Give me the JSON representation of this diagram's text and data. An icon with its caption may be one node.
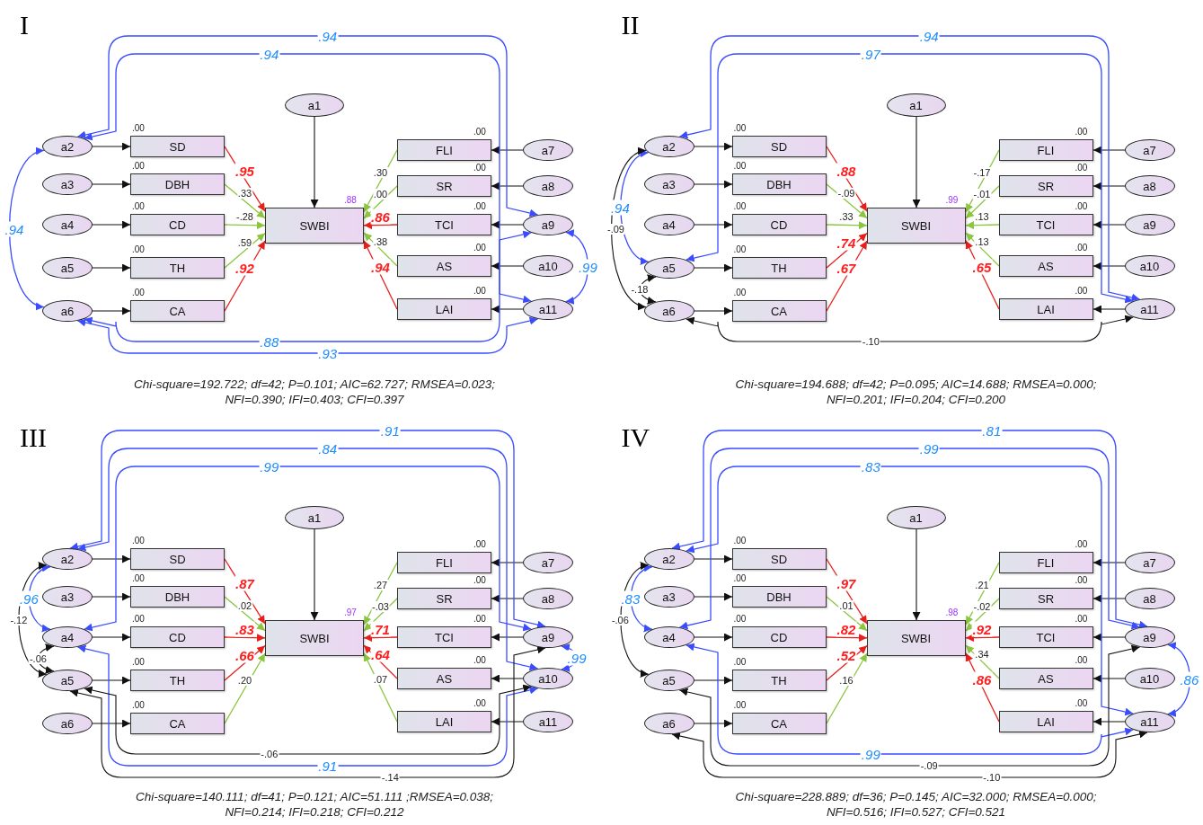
{
  "diagram": {
    "nodes": [
      {
        "text": [
          "a1"
        ]
      },
      {
        "text": [
          "a2"
        ]
      },
      {
        "text": [
          "a3"
        ]
      },
      {
        "text": [
          "a4"
        ]
      },
      {
        "text": [
          "a5"
        ]
      },
      {
        "text": [
          "a6"
        ]
      },
      {
        "text": [
          "a7"
        ]
      },
      {
        "text": [
          "a8"
        ]
      },
      {
        "text": [
          "a9"
        ]
      },
      {
        "text": [
          "a10"
        ]
      },
      {
        "text": [
          "a11"
        ]
      },
      {
        "text": [
          "SD"
        ],
        "beside": [
          ".00"
        ]
      },
      {
        "text": [
          "DBH"
        ],
        "beside": [
          ".00"
        ]
      },
      {
        "text": [
          "CD"
        ],
        "beside": [
          ".00"
        ]
      },
      {
        "text": [
          "TH"
        ],
        "beside": [
          ".00"
        ]
      },
      {
        "text": [
          "CA"
        ],
        "beside": [
          ".00"
        ]
      },
      {
        "text": [
          "FLI"
        ],
        "beside": [
          ".00"
        ]
      },
      {
        "text": [
          "SR"
        ],
        "beside": [
          ".00"
        ]
      },
      {
        "text": [
          "TCI"
        ],
        "beside": [
          ".00"
        ]
      },
      {
        "text": [
          "AS"
        ],
        "beside": [
          ".00"
        ]
      },
      {
        "text": [
          "LAI"
        ],
        "beside": [
          ".00"
        ]
      },
      {
        "text": [
          "SWBI"
        ],
        "beside": [
          ".88"
        ]
      },
      {
        "text": [
          "a1"
        ]
      },
      {
        "text": [
          "a2"
        ]
      },
      {
        "text": [
          "a3"
        ]
      },
      {
        "text": [
          "a4"
        ]
      },
      {
        "text": [
          "a5"
        ]
      },
      {
        "text": [
          "a6"
        ]
      },
      {
        "text": [
          "a7"
        ]
      },
      {
        "text": [
          "a8"
        ]
      },
      {
        "text": [
          "a9"
        ]
      },
      {
        "text": [
          "a10"
        ]
      },
      {
        "text": [
          "a11"
        ]
      },
      {
        "text": [
          "SD"
        ],
        "beside": [
          ".00"
        ]
      },
      {
        "text": [
          "DBH"
        ],
        "beside": [
          ".00"
        ]
      },
      {
        "text": [
          "CD"
        ],
        "beside": [
          ".00"
        ]
      },
      {
        "text": [
          "TH"
        ],
        "beside": [
          ".00"
        ]
      },
      {
        "text": [
          "CA"
        ],
        "beside": [
          ".00"
        ]
      },
      {
        "text": [
          "FLI"
        ],
        "beside": [
          ".00"
        ]
      },
      {
        "text": [
          "SR"
        ],
        "beside": [
          ".00"
        ]
      },
      {
        "text": [
          "TCI"
        ],
        "beside": [
          ".00"
        ]
      },
      {
        "text": [
          "AS"
        ],
        "beside": [
          ".00"
        ]
      },
      {
        "text": [
          "LAI"
        ],
        "beside": [
          ".00"
        ]
      },
      {
        "text": [
          "SWBI"
        ],
        "beside": [
          ".99"
        ]
      },
      {
        "text": [
          "a1"
        ]
      },
      {
        "text": [
          "a2"
        ]
      },
      {
        "text": [
          "a3"
        ]
      },
      {
        "text": [
          "a4"
        ]
      },
      {
        "text": [
          "a5"
        ]
      },
      {
        "text": [
          "a6"
        ]
      },
      {
        "text": [
          "a7"
        ]
      },
      {
        "text": [
          "a8"
        ]
      },
      {
        "text": [
          "a9"
        ]
      },
      {
        "text": [
          "a10"
        ]
      },
      {
        "text": [
          "a11"
        ]
      },
      {
        "text": [
          "SD"
        ],
        "beside": [
          ".00"
        ]
      },
      {
        "text": [
          "DBH"
        ],
        "beside": [
          ".00"
        ]
      },
      {
        "text": [
          "CD"
        ],
        "beside": [
          ".00"
        ]
      },
      {
        "text": [
          "TH"
        ],
        "beside": [
          ".00"
        ]
      },
      {
        "text": [
          "CA"
        ],
        "beside": [
          ".00"
        ]
      },
      {
        "text": [
          "FLI"
        ],
        "beside": [
          ".00"
        ]
      },
      {
        "text": [
          "SR"
        ],
        "beside": [
          ".00"
        ]
      },
      {
        "text": [
          "TCI"
        ],
        "beside": [
          ".00"
        ]
      },
      {
        "text": [
          "AS"
        ],
        "beside": [
          ".00"
        ]
      },
      {
        "text": [
          "LAI"
        ],
        "beside": [
          ".00"
        ]
      },
      {
        "text": [
          "SWBI"
        ],
        "beside": [
          ".97"
        ]
      },
      {
        "text": [
          "a1"
        ]
      },
      {
        "text": [
          "a2"
        ]
      },
      {
        "text": [
          "a3"
        ]
      },
      {
        "text": [
          "a4"
        ]
      },
      {
        "text": [
          "a5"
        ]
      },
      {
        "text": [
          "a6"
        ]
      },
      {
        "text": [
          "a7"
        ]
      },
      {
        "text": [
          "a8"
        ]
      },
      {
        "text": [
          "a9"
        ]
      },
      {
        "text": [
          "a10"
        ]
      },
      {
        "text": [
          "a11"
        ]
      },
      {
        "text": [
          "SD"
        ],
        "beside": [
          ".00"
        ]
      },
      {
        "text": [
          "DBH"
        ],
        "beside": [
          ".00"
        ]
      },
      {
        "text": [
          "CD"
        ],
        "beside": [
          ".00"
        ]
      },
      {
        "text": [
          "TH"
        ],
        "beside": [
          ".00"
        ]
      },
      {
        "text": [
          "CA"
        ],
        "beside": [
          ".00"
        ]
      },
      {
        "text": [
          "FLI"
        ],
        "beside": [
          ".00"
        ]
      },
      {
        "text": [
          "SR"
        ],
        "beside": [
          ".00"
        ]
      },
      {
        "text": [
          "TCI"
        ],
        "beside": [
          ".00"
        ]
      },
      {
        "text": [
          "AS"
        ],
        "beside": [
          ".00"
        ]
      },
      {
        "text": [
          "LAI"
        ],
        "beside": [
          ".00"
        ]
      },
      {
        "text": [
          "SWBI"
        ],
        "beside": [
          ".98"
        ]
      }
    ],
    "edges": [
      {
        "from": 0,
        "to": 21,
        "arrow": "to"
      },
      {
        "from": 1,
        "to": 11,
        "arrow": "to"
      },
      {
        "from": 2,
        "to": 12,
        "arrow": "to"
      },
      {
        "from": 3,
        "to": 13,
        "arrow": "to"
      },
      {
        "from": 4,
        "to": 14,
        "arrow": "to"
      },
      {
        "from": 5,
        "to": 15,
        "arrow": "to"
      },
      {
        "from": 6,
        "to": 16,
        "arrow": "to"
      },
      {
        "from": 7,
        "to": 17,
        "arrow": "to"
      },
      {
        "from": 8,
        "to": 18,
        "arrow": "to"
      },
      {
        "from": 9,
        "to": 19,
        "arrow": "to"
      },
      {
        "from": 10,
        "to": 20,
        "arrow": "to"
      },
      {
        "from": 11,
        "to": 21,
        "arrow": "to",
        "label": ".95",
        "color": "#e8201c"
      },
      {
        "from": 12,
        "to": 21,
        "arrow": "to",
        "label": ".33",
        "color": "#8cc63f"
      },
      {
        "from": 13,
        "to": 21,
        "arrow": "to",
        "label": "-.28",
        "color": "#8cc63f"
      },
      {
        "from": 14,
        "to": 21,
        "arrow": "to",
        "label": ".59",
        "color": "#8cc63f"
      },
      {
        "from": 15,
        "to": 21,
        "arrow": "to",
        "label": ".92",
        "color": "#e8201c"
      },
      {
        "from": 16,
        "to": 21,
        "arrow": "to",
        "label": ".30",
        "color": "#8cc63f"
      },
      {
        "from": 17,
        "to": 21,
        "arrow": "to",
        "label": ".00",
        "color": "#8cc63f"
      },
      {
        "from": 18,
        "to": 21,
        "arrow": "to",
        "label": ".86",
        "color": "#e8201c"
      },
      {
        "from": 19,
        "to": 21,
        "arrow": "to",
        "label": ".38",
        "color": "#8cc63f"
      },
      {
        "from": 20,
        "to": 21,
        "arrow": "to",
        "label": ".94",
        "color": "#e8201c"
      },
      {
        "from": 1,
        "to": 8,
        "arrow": "both",
        "label": ".94",
        "color": "#3a4cff"
      },
      {
        "from": 1,
        "to": 10,
        "arrow": "both",
        "label": ".94",
        "color": "#3a4cff"
      },
      {
        "from": 1,
        "to": 5,
        "arrow": "both",
        "label": ".94",
        "color": "#3a4cff"
      },
      {
        "from": 8,
        "to": 10,
        "arrow": "both",
        "label": ".99",
        "color": "#3a4cff"
      },
      {
        "from": 5,
        "to": 8,
        "arrow": "both",
        "label": ".88",
        "color": "#3a4cff"
      },
      {
        "from": 5,
        "to": 10,
        "arrow": "both",
        "label": ".93",
        "color": "#3a4cff"
      },
      {
        "from": 22,
        "to": 43,
        "arrow": "to"
      },
      {
        "from": 23,
        "to": 33,
        "arrow": "to"
      },
      {
        "from": 24,
        "to": 34,
        "arrow": "to"
      },
      {
        "from": 25,
        "to": 35,
        "arrow": "to"
      },
      {
        "from": 26,
        "to": 36,
        "arrow": "to"
      },
      {
        "from": 27,
        "to": 37,
        "arrow": "to"
      },
      {
        "from": 28,
        "to": 38,
        "arrow": "to"
      },
      {
        "from": 29,
        "to": 39,
        "arrow": "to"
      },
      {
        "from": 30,
        "to": 40,
        "arrow": "to"
      },
      {
        "from": 31,
        "to": 41,
        "arrow": "to"
      },
      {
        "from": 32,
        "to": 42,
        "arrow": "to"
      },
      {
        "from": 33,
        "to": 43,
        "arrow": "to",
        "label": ".88",
        "color": "#e8201c"
      },
      {
        "from": 34,
        "to": 43,
        "arrow": "to",
        "label": "-.09",
        "color": "#8cc63f"
      },
      {
        "from": 35,
        "to": 43,
        "arrow": "to",
        "label": ".33",
        "color": "#8cc63f"
      },
      {
        "from": 36,
        "to": 43,
        "arrow": "to",
        "label": ".74",
        "color": "#e8201c"
      },
      {
        "from": 37,
        "to": 43,
        "arrow": "to",
        "label": ".67",
        "color": "#e8201c"
      },
      {
        "from": 38,
        "to": 43,
        "arrow": "to",
        "label": "-.17",
        "color": "#8cc63f"
      },
      {
        "from": 39,
        "to": 43,
        "arrow": "to",
        "label": "-.01",
        "color": "#8cc63f"
      },
      {
        "from": 40,
        "to": 43,
        "arrow": "to",
        "label": ".13",
        "color": "#8cc63f"
      },
      {
        "from": 41,
        "to": 43,
        "arrow": "to",
        "label": ".13",
        "color": "#8cc63f"
      },
      {
        "from": 42,
        "to": 43,
        "arrow": "to",
        "label": ".65",
        "color": "#e8201c"
      },
      {
        "from": 23,
        "to": 32,
        "arrow": "both",
        "label": ".94",
        "color": "#3a4cff"
      },
      {
        "from": 26,
        "to": 32,
        "arrow": "both",
        "label": ".97",
        "color": "#3a4cff"
      },
      {
        "from": 23,
        "to": 26,
        "arrow": "both",
        "label": ".94",
        "color": "#3a4cff"
      },
      {
        "from": 23,
        "to": 27,
        "arrow": "both",
        "label": "-.09"
      },
      {
        "from": 26,
        "to": 27,
        "arrow": "both",
        "label": "-.18"
      },
      {
        "from": 27,
        "to": 32,
        "arrow": "both",
        "label": "-.10"
      },
      {
        "from": 44,
        "to": 65,
        "arrow": "to"
      },
      {
        "from": 45,
        "to": 55,
        "arrow": "to"
      },
      {
        "from": 46,
        "to": 56,
        "arrow": "to"
      },
      {
        "from": 47,
        "to": 57,
        "arrow": "to"
      },
      {
        "from": 48,
        "to": 58,
        "arrow": "to"
      },
      {
        "from": 49,
        "to": 59,
        "arrow": "to"
      },
      {
        "from": 50,
        "to": 60,
        "arrow": "to"
      },
      {
        "from": 51,
        "to": 61,
        "arrow": "to"
      },
      {
        "from": 52,
        "to": 62,
        "arrow": "to"
      },
      {
        "from": 53,
        "to": 63,
        "arrow": "to"
      },
      {
        "from": 54,
        "to": 64,
        "arrow": "to"
      },
      {
        "from": 55,
        "to": 65,
        "arrow": "to",
        "label": ".87",
        "color": "#e8201c"
      },
      {
        "from": 56,
        "to": 65,
        "arrow": "to",
        "label": ".02",
        "color": "#8cc63f"
      },
      {
        "from": 57,
        "to": 65,
        "arrow": "to",
        "label": ".83",
        "color": "#e8201c"
      },
      {
        "from": 58,
        "to": 65,
        "arrow": "to",
        "label": ".66",
        "color": "#e8201c"
      },
      {
        "from": 59,
        "to": 65,
        "arrow": "to",
        "label": ".20",
        "color": "#8cc63f"
      },
      {
        "from": 60,
        "to": 65,
        "arrow": "to",
        "label": ".27",
        "color": "#8cc63f"
      },
      {
        "from": 61,
        "to": 65,
        "arrow": "to",
        "label": "-.03",
        "color": "#8cc63f"
      },
      {
        "from": 62,
        "to": 65,
        "arrow": "to",
        "label": ".71",
        "color": "#e8201c"
      },
      {
        "from": 63,
        "to": 65,
        "arrow": "to",
        "label": ".64",
        "color": "#e8201c"
      },
      {
        "from": 64,
        "to": 65,
        "arrow": "to",
        "label": ".07",
        "color": "#8cc63f"
      },
      {
        "from": 45,
        "to": 52,
        "arrow": "both",
        "label": ".91",
        "color": "#3a4cff"
      },
      {
        "from": 45,
        "to": 53,
        "arrow": "both",
        "label": ".84",
        "color": "#3a4cff"
      },
      {
        "from": 47,
        "to": 52,
        "arrow": "both",
        "label": ".99",
        "color": "#3a4cff"
      },
      {
        "from": 45,
        "to": 47,
        "arrow": "both",
        "label": ".96",
        "color": "#3a4cff"
      },
      {
        "from": 52,
        "to": 53,
        "arrow": "both",
        "label": ".99",
        "color": "#3a4cff"
      },
      {
        "from": 47,
        "to": 53,
        "arrow": "both",
        "label": ".91",
        "color": "#3a4cff"
      },
      {
        "from": 45,
        "to": 48,
        "arrow": "both",
        "label": "-.12"
      },
      {
        "from": 47,
        "to": 48,
        "arrow": "both",
        "label": "-.06"
      },
      {
        "from": 48,
        "to": 53,
        "arrow": "both",
        "label": "-.06"
      },
      {
        "from": 48,
        "to": 52,
        "arrow": "both",
        "label": "-.14"
      },
      {
        "from": 66,
        "to": 87,
        "arrow": "to"
      },
      {
        "from": 67,
        "to": 77,
        "arrow": "to"
      },
      {
        "from": 68,
        "to": 78,
        "arrow": "to"
      },
      {
        "from": 69,
        "to": 79,
        "arrow": "to"
      },
      {
        "from": 70,
        "to": 80,
        "arrow": "to"
      },
      {
        "from": 71,
        "to": 81,
        "arrow": "to"
      },
      {
        "from": 72,
        "to": 82,
        "arrow": "to"
      },
      {
        "from": 73,
        "to": 83,
        "arrow": "to"
      },
      {
        "from": 74,
        "to": 84,
        "arrow": "to"
      },
      {
        "from": 75,
        "to": 85,
        "arrow": "to"
      },
      {
        "from": 76,
        "to": 86,
        "arrow": "to"
      },
      {
        "from": 77,
        "to": 87,
        "arrow": "to",
        "label": ".97",
        "color": "#e8201c"
      },
      {
        "from": 78,
        "to": 87,
        "arrow": "to",
        "label": ".01",
        "color": "#8cc63f"
      },
      {
        "from": 79,
        "to": 87,
        "arrow": "to",
        "label": ".82",
        "color": "#e8201c"
      },
      {
        "from": 80,
        "to": 87,
        "arrow": "to",
        "label": ".52",
        "color": "#e8201c"
      },
      {
        "from": 81,
        "to": 87,
        "arrow": "to",
        "label": ".16",
        "color": "#8cc63f"
      },
      {
        "from": 82,
        "to": 87,
        "arrow": "to",
        "label": ".21",
        "color": "#8cc63f"
      },
      {
        "from": 83,
        "to": 87,
        "arrow": "to",
        "label": "-.02",
        "color": "#8cc63f"
      },
      {
        "from": 84,
        "to": 87,
        "arrow": "to",
        "label": ".92",
        "color": "#e8201c"
      },
      {
        "from": 85,
        "to": 87,
        "arrow": "to",
        "label": ".34",
        "color": "#8cc63f"
      },
      {
        "from": 86,
        "to": 87,
        "arrow": "to",
        "label": ".86",
        "color": "#e8201c"
      },
      {
        "from": 67,
        "to": 74,
        "arrow": "both",
        "label": ".81",
        "color": "#3a4cff"
      },
      {
        "from": 69,
        "to": 74,
        "arrow": "both",
        "label": ".99",
        "color": "#3a4cff"
      },
      {
        "from": 67,
        "to": 76,
        "arrow": "both",
        "label": ".83",
        "color": "#3a4cff"
      },
      {
        "from": 67,
        "to": 69,
        "arrow": "both",
        "label": ".83",
        "color": "#3a4cff"
      },
      {
        "from": 74,
        "to": 76,
        "arrow": "both",
        "label": ".86",
        "color": "#3a4cff"
      },
      {
        "from": 69,
        "to": 76,
        "arrow": "both",
        "label": ".99",
        "color": "#3a4cff"
      },
      {
        "from": 67,
        "to": 70,
        "arrow": "both",
        "label": "-.06"
      },
      {
        "from": 70,
        "to": 74,
        "arrow": "both",
        "label": "-.09"
      },
      {
        "from": 71,
        "to": 76,
        "arrow": "both",
        "label": "-.10"
      }
    ],
    "labels": [
      "I",
      "Chi-square=192.722; df=42; P=0.101; AIC=62.727; RMSEA=0.023; NFI=0.390; IFI=0.403; CFI=0.397",
      "II",
      "Chi-square=194.688; df=42; P=0.095; AIC=14.688; RMSEA=0.000; NFI=0.201; IFI=0.204; CFI=0.200",
      "III",
      "Chi-square=140.111; df=41; P=0.121; AIC=51.111 ;RMSEA=0.038; NFI=0.214; IFI=0.218; CFI=0.212",
      "IV",
      "Chi-square=228.889; df=36; P=0.145; AIC=32.000; RMSEA=0.000; NFI=0.516; IFI=0.527; CFI=0.521"
    ]
  }
}
